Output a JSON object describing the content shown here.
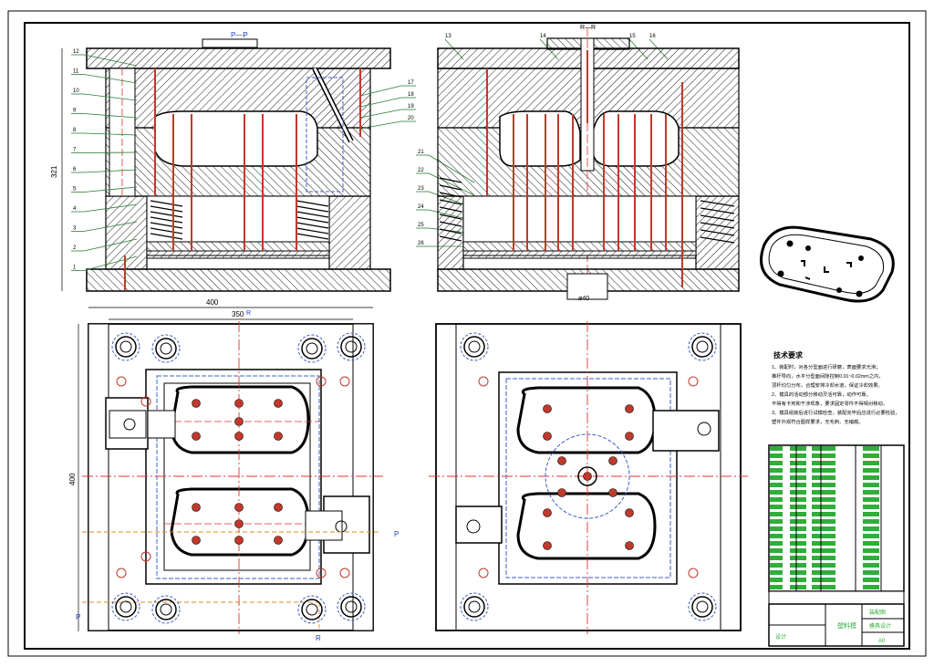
{
  "views": {
    "section_pp": "P—P",
    "section_rr": "R—R",
    "height_dim": "321",
    "width_dim": "400",
    "width_dim_inner": "350",
    "height_dim_plan": "400",
    "bore_dim": "ø40",
    "marker_p": "P",
    "marker_r": "R"
  },
  "balloons_left": [
    "12",
    "11",
    "10",
    "9",
    "8",
    "7",
    "6",
    "5",
    "4",
    "3",
    "2",
    "1"
  ],
  "balloons_mid_left": [
    "21",
    "22",
    "23",
    "24",
    "25",
    "26"
  ],
  "balloons_mid_right": [
    "17",
    "18",
    "19",
    "20"
  ],
  "balloons_top_r": [
    "13",
    "14",
    "15",
    "16"
  ],
  "notes": {
    "title": "技术要求",
    "lines": [
      "1、装配时，对各分型面进行研磨，表面要求光滑；",
      "推杆导向，水平分型面间隙控制0.01~0.02mm之内，",
      "顶杆均匀分布，合理安排冷却水道，保证冷却效果。",
      "2、模具的活动部分移动灵活可靠，动作可靠。",
      "不得有卡死和干涉现象，要求固定零件不得相对移动。",
      "3、模具组装后进行试模检查，装配完毕后应进行必要检验，",
      "塑件外观符合图样要求，无毛刺、无缩痕。"
    ]
  },
  "title_block": {
    "part": "塑料模",
    "drawing": "装配图",
    "designer": "设计",
    "company": "模具设计",
    "sheet": "A0"
  },
  "colors": {
    "line": "#000000",
    "ejector": "#c0392b",
    "centerline": "#e0342c",
    "hidden": "#3a60c8",
    "leader": "#2e7d32",
    "dim_orange": "#e08a1e",
    "table_green": "#2fae3a"
  }
}
